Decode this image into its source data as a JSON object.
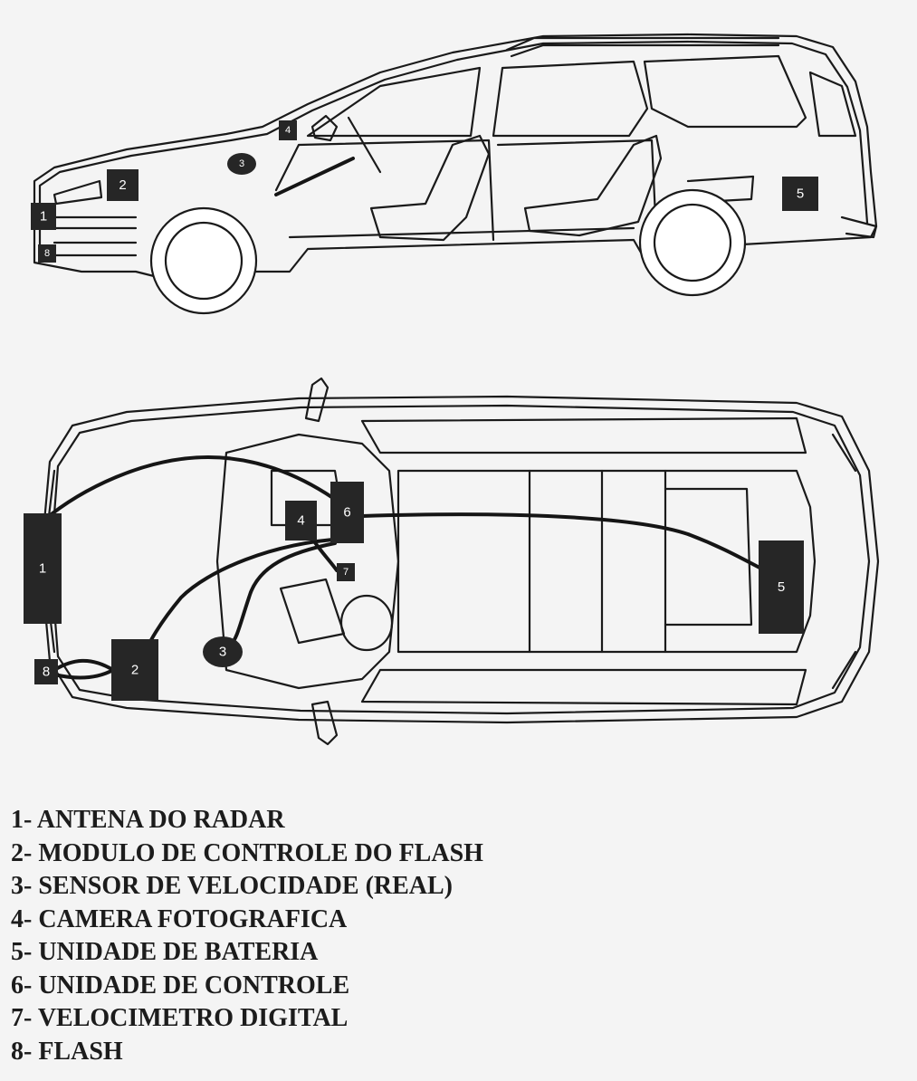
{
  "side_view": {
    "markers": [
      "1",
      "2",
      "3",
      "4",
      "5",
      "8"
    ]
  },
  "top_view": {
    "markers": [
      "1",
      "2",
      "3",
      "4",
      "5",
      "6",
      "7",
      "8"
    ]
  },
  "legend": [
    "1- ANTENA DO RADAR",
    "2- MODULO DE CONTROLE DO FLASH",
    "3- SENSOR DE VELOCIDADE (REAL)",
    "4- CAMERA FOTOGRAFICA",
    "5- UNIDADE DE BATERIA",
    "6- UNIDADE DE CONTROLE",
    "7- VELOCIMETRO DIGITAL",
    "8- FLASH"
  ],
  "colors": {
    "background": "#f4f4f4",
    "outline": "#1a1a1a",
    "marker_fill": "#262626",
    "marker_text": "#ffffff"
  }
}
